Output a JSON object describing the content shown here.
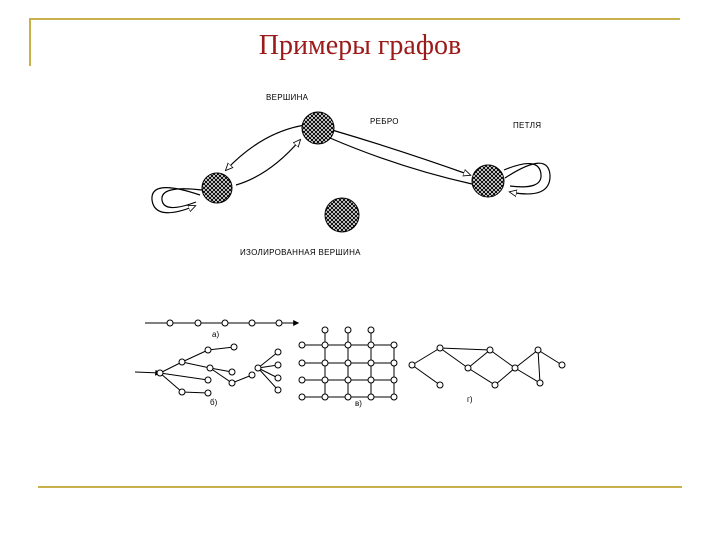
{
  "slide": {
    "title": "Примеры графов"
  },
  "diagram": {
    "labels": {
      "vertex": "ВЕРШИНА",
      "edge": "РЕБРО",
      "loop": "ПЕТЛЯ",
      "isolated": "ИЗОЛИРОВАННАЯ ВЕРШИНА"
    },
    "subfigures": {
      "a": "а)",
      "b": "б)",
      "v": "в)",
      "g": "г)"
    }
  },
  "colors": {
    "title": "#9b1b1b",
    "frame": "#c8b04a",
    "ink": "#000000"
  }
}
